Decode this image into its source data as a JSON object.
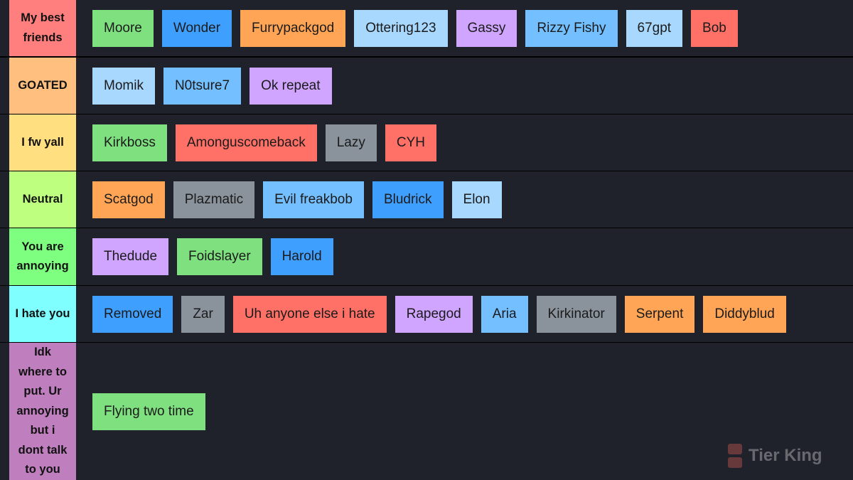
{
  "tiers": [
    {
      "label": "My best friends",
      "color": "#ff7f7f",
      "items": [
        {
          "name": "Moore",
          "color": "#7fe07f"
        },
        {
          "name": "Wonder",
          "color": "#3f9fff"
        },
        {
          "name": "Furrypackgod",
          "color": "#ffa555"
        },
        {
          "name": "Ottering123",
          "color": "#a9d8ff"
        },
        {
          "name": "Gassy",
          "color": "#cfa5ff"
        },
        {
          "name": "Rizzy Fishy",
          "color": "#74bfff"
        },
        {
          "name": "67gpt",
          "color": "#a9d8ff"
        },
        {
          "name": "Bob",
          "color": "#ff7066"
        }
      ]
    },
    {
      "label": "GOATED",
      "color": "#ffbf7f",
      "items": [
        {
          "name": "Momik",
          "color": "#a9d8ff"
        },
        {
          "name": "N0tsure7",
          "color": "#74bfff"
        },
        {
          "name": "Ok repeat",
          "color": "#cfa5ff"
        }
      ]
    },
    {
      "label": "I fw yall",
      "color": "#ffdf7f",
      "items": [
        {
          "name": "Kirkboss",
          "color": "#7fe07f"
        },
        {
          "name": "Amonguscomeback",
          "color": "#ff7066"
        },
        {
          "name": "Lazy",
          "color": "#8a929b"
        },
        {
          "name": "CYH",
          "color": "#ff7066"
        }
      ]
    },
    {
      "label": "Neutral",
      "color": "#bfff7f",
      "items": [
        {
          "name": "Scatgod",
          "color": "#ffa555"
        },
        {
          "name": "Plazmatic",
          "color": "#8a929b"
        },
        {
          "name": "Evil freakbob",
          "color": "#74bfff"
        },
        {
          "name": "Bludrick",
          "color": "#3f9fff"
        },
        {
          "name": "Elon",
          "color": "#a9d8ff"
        }
      ]
    },
    {
      "label": "You are annoying",
      "color": "#7fff7f",
      "items": [
        {
          "name": "Thedude",
          "color": "#cfa5ff"
        },
        {
          "name": "Foidslayer",
          "color": "#7fe07f"
        },
        {
          "name": "Harold",
          "color": "#3f9fff"
        }
      ]
    },
    {
      "label": "I hate you",
      "color": "#7fffff",
      "items": [
        {
          "name": "Removed",
          "color": "#3f9fff"
        },
        {
          "name": "Zar",
          "color": "#8a929b"
        },
        {
          "name": "Uh anyone else i hate",
          "color": "#ff7066"
        },
        {
          "name": "Rapegod",
          "color": "#cfa5ff"
        },
        {
          "name": "Aria",
          "color": "#74bfff"
        },
        {
          "name": "Kirkinator",
          "color": "#8a929b"
        },
        {
          "name": "Serpent",
          "color": "#ffa555"
        },
        {
          "name": "Diddyblud",
          "color": "#ffa555"
        }
      ]
    },
    {
      "label": "Idk where to put. Ur annoying but i dont talk to you",
      "color": "#bf7fbf",
      "items": [
        {
          "name": "Flying two time",
          "color": "#7fe07f"
        }
      ]
    }
  ],
  "watermark": {
    "text": "Tier King",
    "icon": "tier-king-logo-icon"
  }
}
